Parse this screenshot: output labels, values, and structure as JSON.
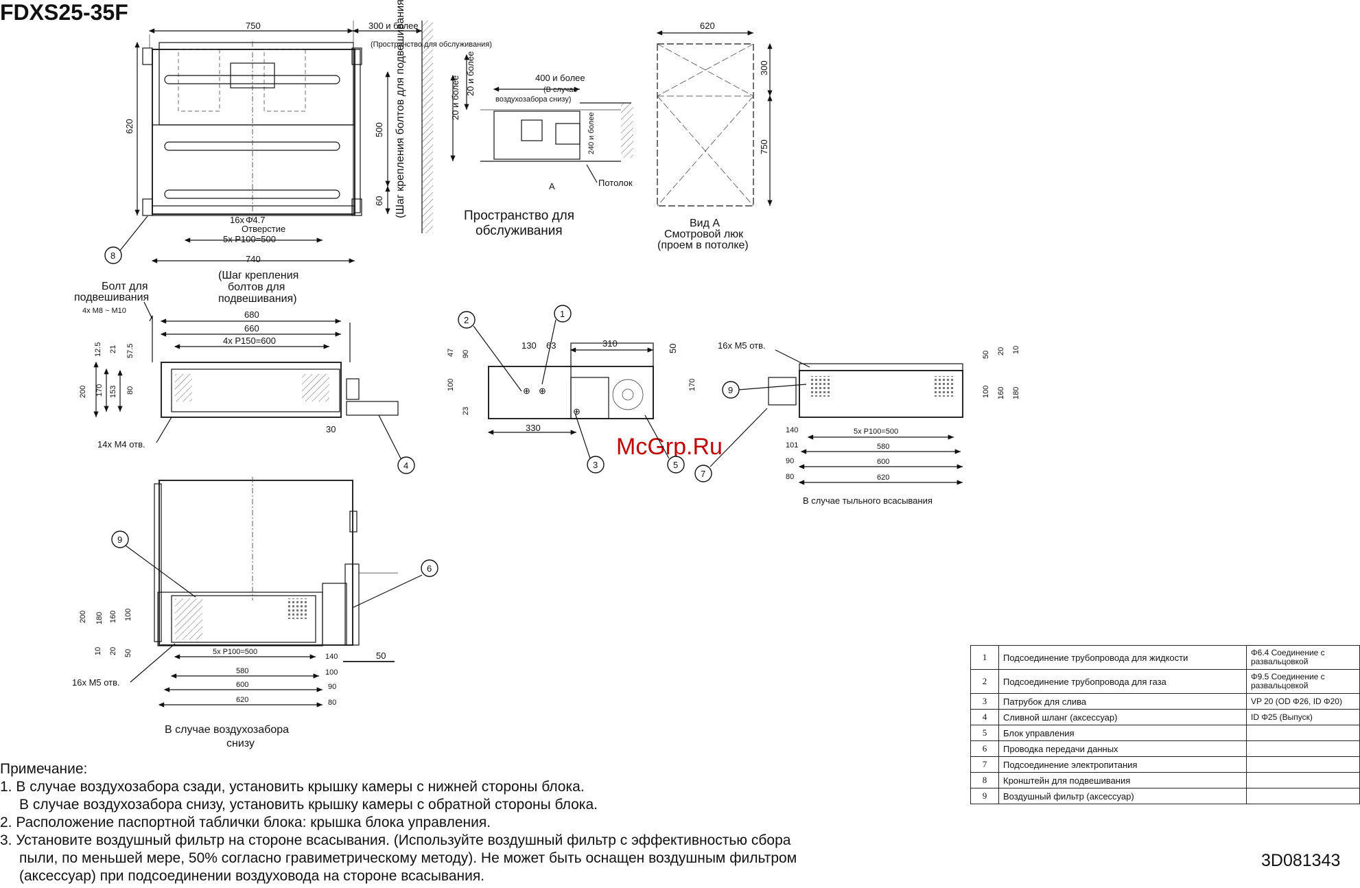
{
  "title": "FDXS25-35F",
  "doc_number": "3D081343",
  "top_view": {
    "dim_width": "750",
    "dim_service": "300 и более",
    "service_note": "(Пространство для обслуживания)",
    "dim_height": "620",
    "dim_500": "500",
    "dim_60": "60",
    "bolt_pitch_vertical": "(Шаг крепления болтов для подвешивания)",
    "hole_count": "16x",
    "hole_dia": "Φ4.7",
    "hole_label": "Отверстие",
    "pitch": "5x P100=500",
    "dim_740": "740",
    "bolt_pitch_caption": "(Шаг крепления болтов для подвешивания)"
  },
  "service_view": {
    "dim_20a": "20 и более",
    "dim_20b": "20 и более",
    "dim_400": "400 и более",
    "note": "(В случае воздухозабора снизу)",
    "dim_240": "240 и более",
    "ceiling": "Потолок",
    "arrow_a": "A",
    "caption_line1": "Пространство для",
    "caption_line2": "обслуживания"
  },
  "view_a": {
    "dim_620": "620",
    "dim_300": "300",
    "dim_750": "750",
    "caption_line1": "Вид A",
    "caption_line2": "Смотровой люк",
    "caption_line3": "(проем в потолке)"
  },
  "front_view": {
    "bolt_label_line1": "Болт для",
    "bolt_label_line2": "подвешивания",
    "bolt_spec": "4x M8 ~ M10",
    "dim_680": "680",
    "dim_660": "660",
    "pitch": "4x P150=600",
    "dim_12_5": "12.5",
    "dim_21": "21",
    "dim_57_5": "57.5",
    "dim_200": "200",
    "dim_170": "170",
    "dim_153": "153",
    "dim_80": "80",
    "dim_30": "30",
    "holes": "14x M4 отв."
  },
  "side_view": {
    "dim_130": "130",
    "dim_63": "63",
    "dim_310": "310",
    "dim_50": "50",
    "dim_47": "47",
    "dim_90": "90",
    "dim_100": "100",
    "dim_23": "23",
    "dim_170": "170",
    "dim_330": "330"
  },
  "rear_view": {
    "holes": "16x M5 отв.",
    "dim_50": "50",
    "dim_20": "20",
    "dim_10": "10",
    "dim_100": "100",
    "dim_160": "160",
    "dim_180": "180",
    "dim_140": "140",
    "pitch": "5x P100=500",
    "dim_101": "101",
    "dim_580": "580",
    "dim_90": "90",
    "dim_600": "600",
    "dim_80": "80",
    "dim_620": "620",
    "caption": "В случае тыльного всасывания"
  },
  "bottom_view": {
    "dim_200": "200",
    "dim_180": "180",
    "dim_160": "160",
    "dim_100": "100",
    "dim_10": "10",
    "dim_20": "20",
    "dim_50": "50",
    "pitch": "5x P100=500",
    "dim_140": "140",
    "dim_50b": "50",
    "dim_580": "580",
    "dim_100b": "100",
    "dim_600": "600",
    "dim_90": "90",
    "dim_620": "620",
    "dim_80": "80",
    "holes": "16x M5 отв.",
    "caption_line1": "В случае воздухозабора",
    "caption_line2": "снизу"
  },
  "watermark": "McGrp.Ru",
  "callouts": [
    "1",
    "2",
    "3",
    "4",
    "5",
    "6",
    "7",
    "8",
    "9"
  ],
  "legend": [
    {
      "num": "1",
      "desc": "Подсоединение трубопровода для жидкости",
      "spec": "Φ6.4 Соединение с развальцовкой"
    },
    {
      "num": "2",
      "desc": "Подсоединение трубопровода для газа",
      "spec": "Φ9.5 Соединение с развальцовкой"
    },
    {
      "num": "3",
      "desc": "Патрубок для слива",
      "spec": "VP 20 (OD Φ26, ID Φ20)"
    },
    {
      "num": "4",
      "desc": "Сливной шланг (аксессуар)",
      "spec": "ID Φ25 (Выпуск)"
    },
    {
      "num": "5",
      "desc": "Блок управления",
      "spec": ""
    },
    {
      "num": "6",
      "desc": "Проводка передачи данных",
      "spec": ""
    },
    {
      "num": "7",
      "desc": "Подсоединение электропитания",
      "spec": ""
    },
    {
      "num": "8",
      "desc": "Кронштейн для подвешивания",
      "spec": ""
    },
    {
      "num": "9",
      "desc": "Воздушный фильтр (аксессуар)",
      "spec": ""
    }
  ],
  "notes": {
    "heading": "Примечание:",
    "n1a": "1.  В случае воздухозабора сзади, установить крышку камеры с нижней стороны блока.",
    "n1b": "В случае воздухозабора снизу, установить крышку камеры с обратной стороны блока.",
    "n2": "2.  Расположение паспортной таблички блока: крышка блока управления.",
    "n3a": "3.  Установите воздушный фильтр на стороне всасывания. (Используйте воздушный фильтр с эффективностью сбора",
    "n3b": "пыли, по меньшей мере, 50% согласно гравиметрическому методу). Не может быть оснащен воздушным фильтром",
    "n3c": "(аксессуар) при подсоединении воздуховода на стороне всасывания."
  }
}
